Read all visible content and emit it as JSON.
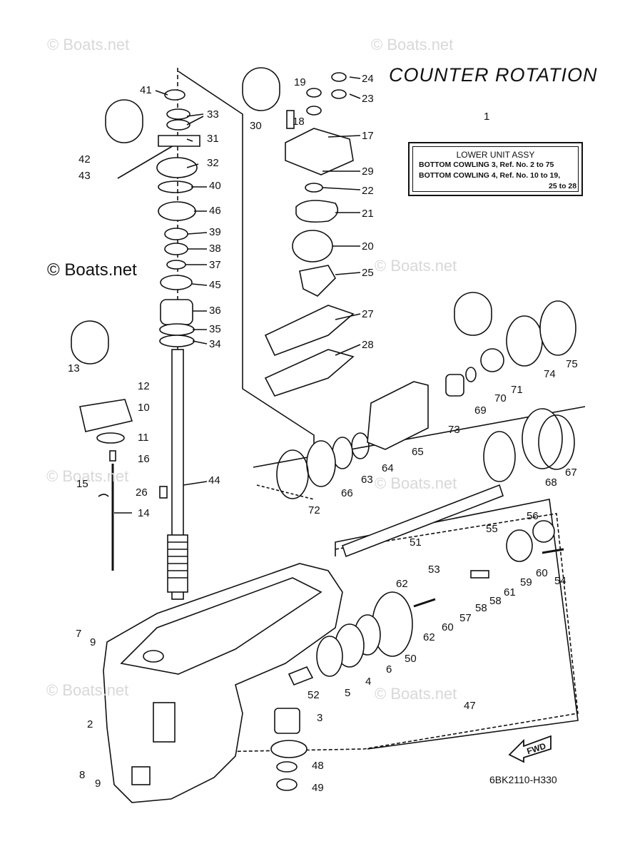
{
  "diagram": {
    "title": "COUNTER ROTATION",
    "spec_box": {
      "ref_num": "1",
      "heading": "LOWER UNIT ASSY",
      "line1": "BOTTOM COWLING 3,  Ref. No. 2 to 75",
      "line2": "BOTTOM COWLING 4,  Ref. No. 10 to 19,",
      "line3": "25 to 28"
    },
    "watermark": "© Boats.net",
    "credit": "© Boats.net",
    "ref_code": "6BK2110-H330",
    "fwd_label": "FWD",
    "callouts": [
      "41",
      "33",
      "31",
      "42",
      "43",
      "32",
      "40",
      "46",
      "39",
      "38",
      "37",
      "45",
      "36",
      "35",
      "34",
      "13",
      "12",
      "10",
      "11",
      "16",
      "15",
      "14",
      "26",
      "44",
      "7",
      "9",
      "2",
      "8",
      "9",
      "19",
      "24",
      "23",
      "30",
      "18",
      "17",
      "29",
      "22",
      "21",
      "20",
      "25",
      "27",
      "28",
      "75",
      "74",
      "71",
      "70",
      "69",
      "73",
      "65",
      "64",
      "63",
      "66",
      "72",
      "68",
      "67",
      "51",
      "56",
      "55",
      "60",
      "54",
      "59",
      "61",
      "58",
      "58",
      "57",
      "60",
      "62",
      "62",
      "53",
      "50",
      "6",
      "4",
      "5",
      "52",
      "3",
      "47",
      "48",
      "49"
    ]
  }
}
